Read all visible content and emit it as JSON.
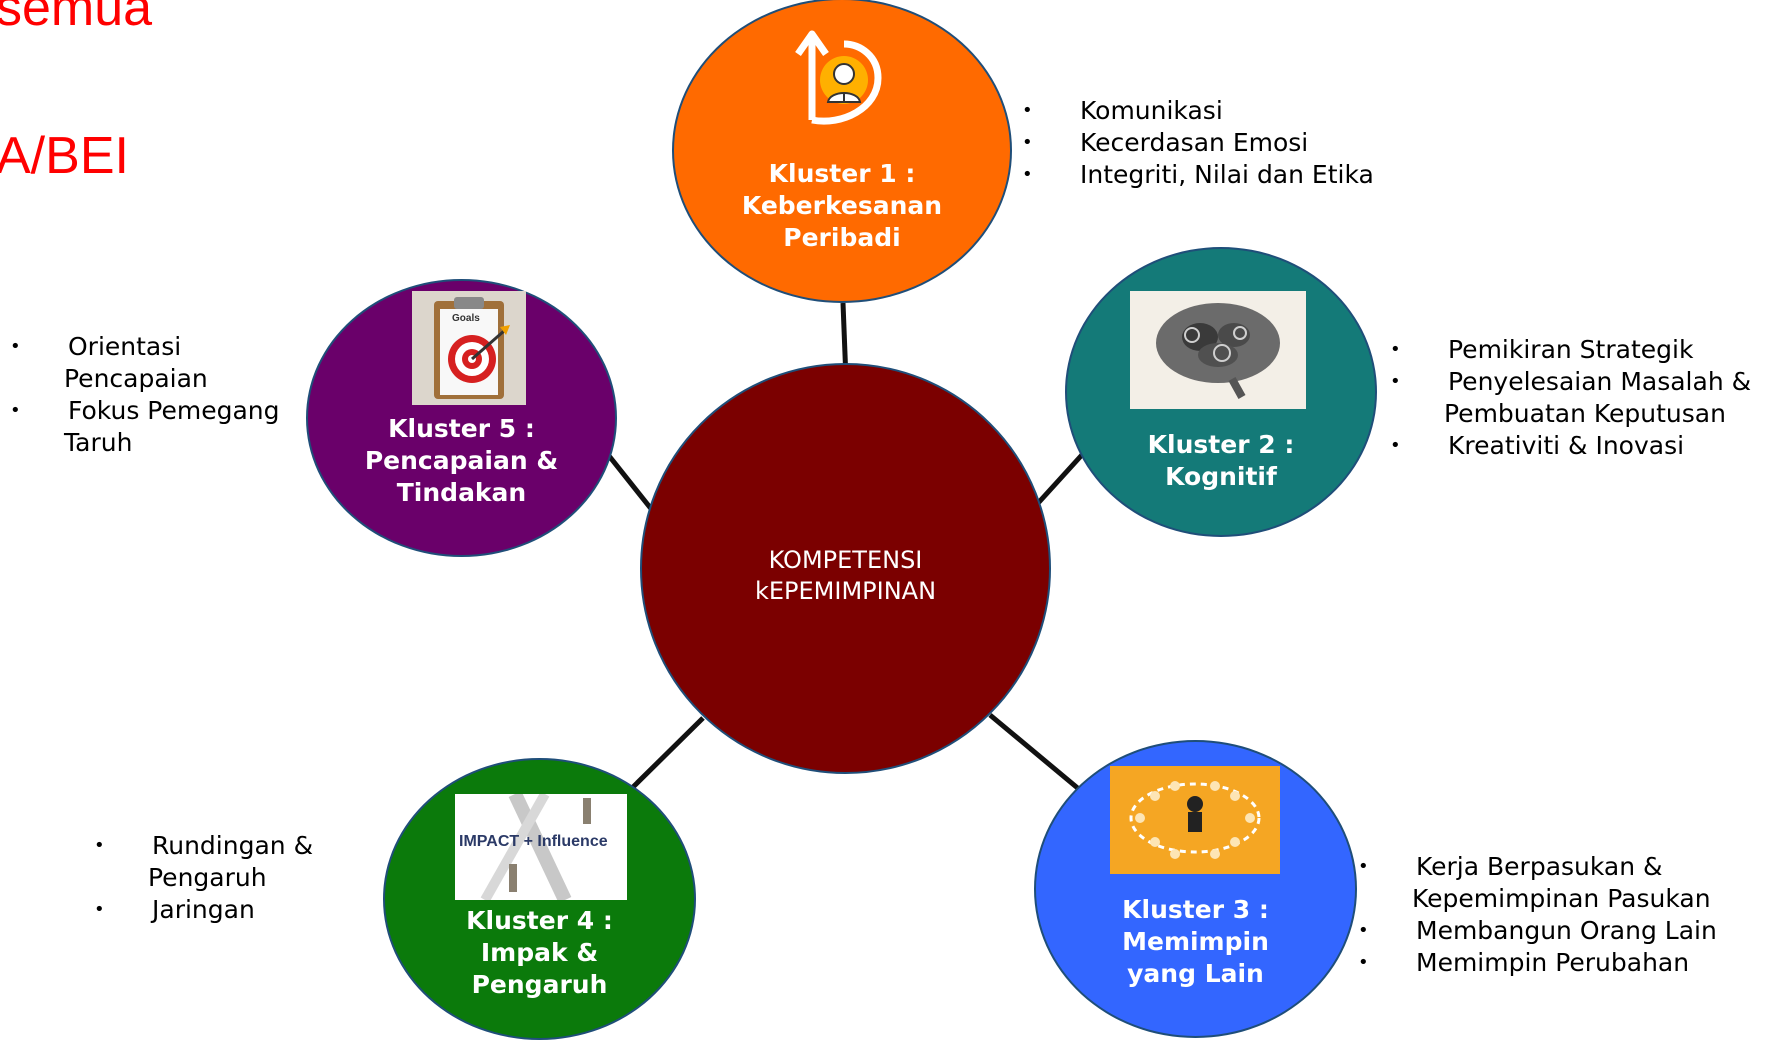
{
  "header_fragments": [
    "semua",
    "A/BEI"
  ],
  "center": {
    "label_line1": "KOMPETENSI",
    "label_line2": "kEPEMIMPINAN",
    "color": "#7b0000"
  },
  "clusters": [
    {
      "id": 1,
      "label_line1": "Kluster 1 :",
      "label_line2": "Keberkesanan",
      "label_line3": "Peribadi",
      "color": "#ff6a00",
      "icon": "person-growth-icon",
      "bullets": [
        {
          "line1": "Komunikasi"
        },
        {
          "line1": "Kecerdasan Emosi"
        },
        {
          "line1": "Integriti, Nilai dan Etika"
        }
      ]
    },
    {
      "id": 2,
      "label_line1": "Kluster 2 :",
      "label_line2": "Kognitif",
      "color": "#147a78",
      "icon": "brain-gears-icon",
      "bullets": [
        {
          "line1": "Pemikiran Strategik"
        },
        {
          "line1": "Penyelesaian Masalah &",
          "line2": "Pembuatan Keputusan"
        },
        {
          "line1": "Kreativiti & Inovasi"
        }
      ]
    },
    {
      "id": 3,
      "label_line1": "Kluster 3 :",
      "label_line2": "Memimpin",
      "label_line3": "yang Lain",
      "color": "#3366ff",
      "icon": "leader-crowd-icon",
      "bullets": [
        {
          "line1": "Kerja Berpasukan &",
          "line2": "Kepemimpinan Pasukan"
        },
        {
          "line1": "Membangun Orang Lain"
        },
        {
          "line1": "Memimpin Perubahan"
        }
      ]
    },
    {
      "id": 4,
      "label_line1": "Kluster 4 :",
      "label_line2": "Impak &",
      "label_line3": "Pengaruh",
      "color": "#0b7a0b",
      "icon": "impact-influence-icon",
      "icon_text": "IMPACT + Influence",
      "bullets": [
        {
          "line1": "Rundingan &",
          "line2": "Pengaruh"
        },
        {
          "line1": "Jaringan"
        }
      ]
    },
    {
      "id": 5,
      "label_line1": "Kluster 5 :",
      "label_line2": "Pencapaian &",
      "label_line3": "Tindakan",
      "color": "#6a006a",
      "icon": "goals-target-icon",
      "icon_text": "Goals",
      "bullets": [
        {
          "line1": "Orientasi",
          "line2": "Pencapaian"
        },
        {
          "line1": "Fokus Pemegang",
          "line2": "Taruh"
        }
      ]
    }
  ]
}
